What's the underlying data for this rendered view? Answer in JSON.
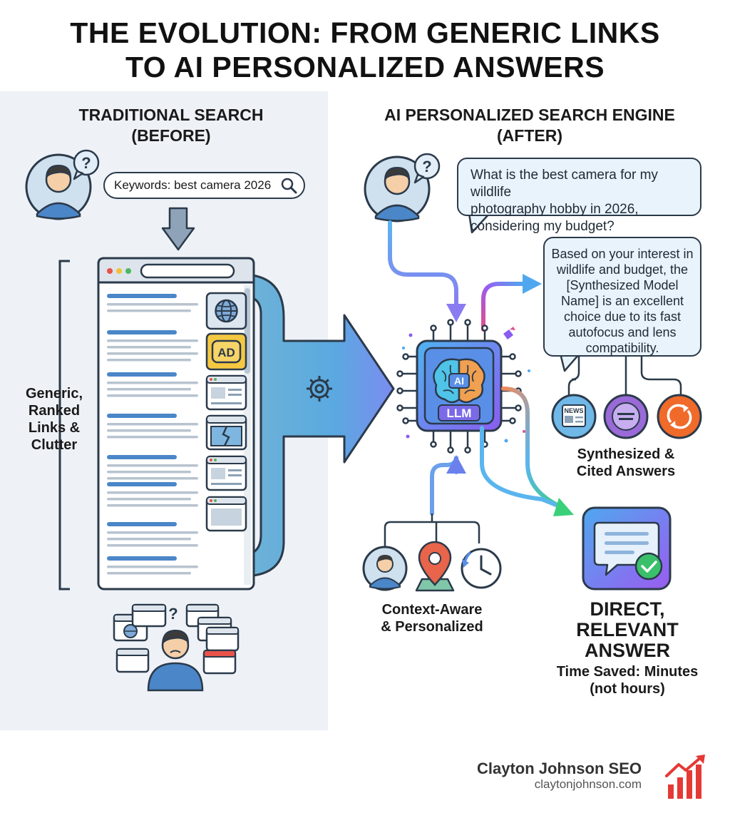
{
  "title": {
    "line1": "THE EVOLUTION: FROM GENERIC LINKS",
    "line2": "TO AI PERSONALIZED ANSWERS"
  },
  "traditional": {
    "heading_line1": "TRADITIONAL SEARCH",
    "heading_line2": "(BEFORE)",
    "keywords": "Keywords: best camera 2026",
    "side_label_lines": [
      "Generic,",
      "Ranked",
      "Links &",
      "Clutter"
    ],
    "ad_badge": "AD",
    "user_question_mark": "?",
    "confused_question_mark": "?"
  },
  "ai": {
    "heading_line1": "AI PERSONALIZED SEARCH ENGINE",
    "heading_line2": "(AFTER)",
    "user_question_mark": "?",
    "query_lines": [
      "What is the best camera for my wildlife",
      "photography hobby in 2026,",
      "considering my budget?"
    ],
    "answer_lines": [
      "Based on your interest in",
      "wildlife and budget, the",
      "[Synthesized Model",
      "Name] is an excellent",
      "choice due to its fast",
      "autofocus and lens",
      "compatibility."
    ],
    "chip_ai": "AI",
    "chip_llm": "LLM",
    "news_label": "NEWS",
    "cited_caption_lines": [
      "Synthesized &",
      "Cited Answers"
    ],
    "context_caption_lines": [
      "Context-Aware",
      "& Personalized"
    ],
    "direct_lines": [
      "DIRECT,",
      "RELEVANT",
      "ANSWER"
    ],
    "time_saved_lines": [
      "Time Saved: Minutes",
      "(not hours)"
    ]
  },
  "brand": {
    "name": "Clayton Johnson SEO",
    "url": "claytonjohnson.com"
  },
  "colors": {
    "outline": "#2b3a4a",
    "left_panel": "#eef2f7",
    "flow_arrow": "#5aa9d6",
    "accent_purple": "#8a5cf0",
    "accent_green": "#3ad07a",
    "brand_red": "#e53935"
  }
}
